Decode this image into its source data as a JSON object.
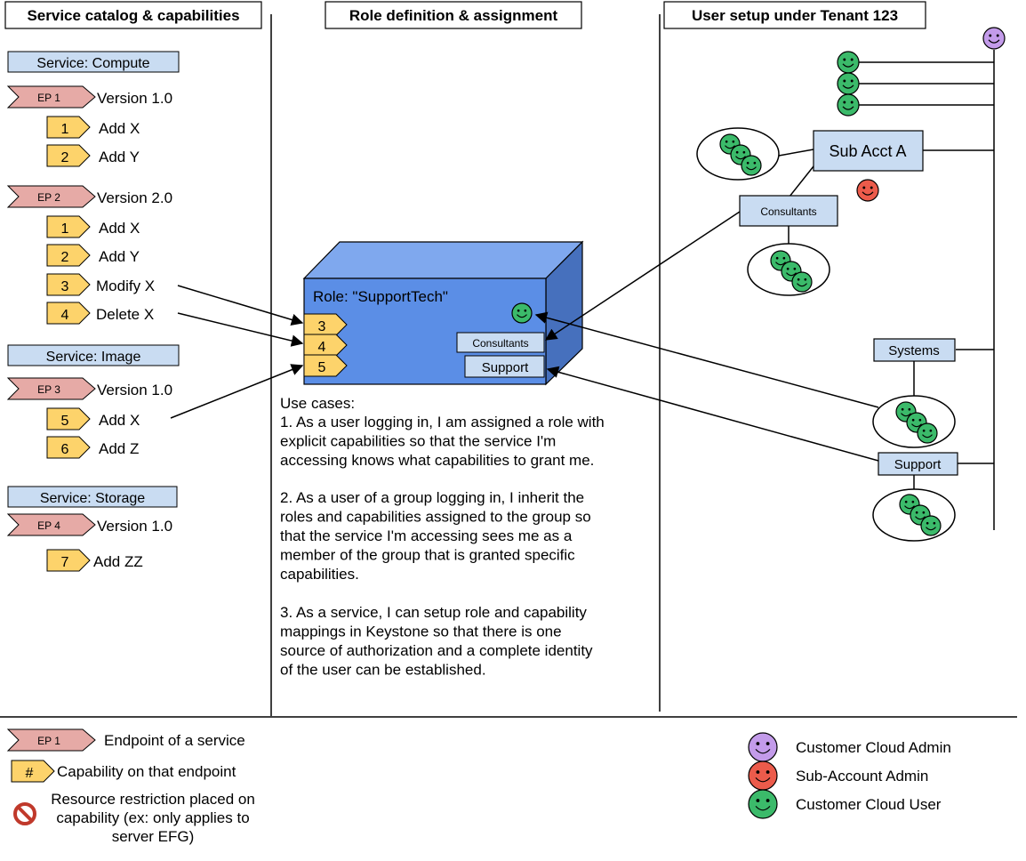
{
  "headers": {
    "catalog": "Service catalog & capabilities",
    "role": "Role definition & assignment",
    "users": "User setup under Tenant 123"
  },
  "services": [
    {
      "label": "Service: Compute",
      "endpoints": [
        {
          "ep": "EP 1",
          "version": "Version 1.0",
          "caps": [
            {
              "num": "1",
              "label": "Add X"
            },
            {
              "num": "2",
              "label": "Add Y"
            }
          ]
        },
        {
          "ep": "EP 2",
          "version": "Version 2.0",
          "caps": [
            {
              "num": "1",
              "label": "Add X"
            },
            {
              "num": "2",
              "label": "Add Y"
            },
            {
              "num": "3",
              "label": "Modify X"
            },
            {
              "num": "4",
              "label": "Delete X"
            }
          ]
        }
      ]
    },
    {
      "label": "Service: Image",
      "endpoints": [
        {
          "ep": "EP 3",
          "version": "Version 1.0",
          "caps": [
            {
              "num": "5",
              "label": "Add X"
            },
            {
              "num": "6",
              "label": "Add Z"
            }
          ]
        }
      ]
    },
    {
      "label": "Service: Storage",
      "endpoints": [
        {
          "ep": "EP 4",
          "version": "Version 1.0",
          "caps": [
            {
              "num": "7",
              "label": "Add ZZ"
            }
          ]
        }
      ]
    }
  ],
  "role": {
    "title": "Role: \"SupportTech\"",
    "caps": [
      "3",
      "4",
      "5"
    ],
    "groups": [
      "Consultants",
      "Support"
    ],
    "color_front": "#5b8ee6",
    "color_top": "#7fa8ee",
    "color_side": "#4670bd"
  },
  "use_cases": {
    "heading": "Use cases:",
    "items": [
      [
        "1. As a user logging in, I am assigned a role with",
        "explicit capabilities so that the service I'm",
        "accessing knows what capabilities to grant me."
      ],
      [
        "2. As a user of a group logging in, I inherit the",
        "roles and capabilities assigned to the group so",
        "that the service I'm accessing sees me as a",
        "member of the group that is granted specific",
        "capabilities."
      ],
      [
        "3. As a service, I can setup role and capability",
        "mappings in Keystone so that there is one",
        "source of authorization and a complete identity",
        "of the user can be established."
      ]
    ]
  },
  "tenant": {
    "sub_account": "Sub Acct A",
    "consultants": "Consultants",
    "systems": "Systems",
    "support": "Support"
  },
  "legend": {
    "ep_sample": "EP 1",
    "ep_label": "Endpoint of a service",
    "cap_sample": "#",
    "cap_label": "Capability on that endpoint",
    "restriction_lines": [
      "Resource restriction placed on",
      "capability (ex: only applies to",
      "server EFG)"
    ],
    "admin": "Customer Cloud Admin",
    "sub_admin": "Sub-Account Admin",
    "user": "Customer Cloud User"
  },
  "colors": {
    "service_fill": "#c9dcf2",
    "ep_fill": "#e6aaa6",
    "cap_fill": "#fdd36b",
    "user_green": "#3bba6a",
    "admin_purple": "#c39bea",
    "subadmin_red": "#ec5b4b"
  }
}
